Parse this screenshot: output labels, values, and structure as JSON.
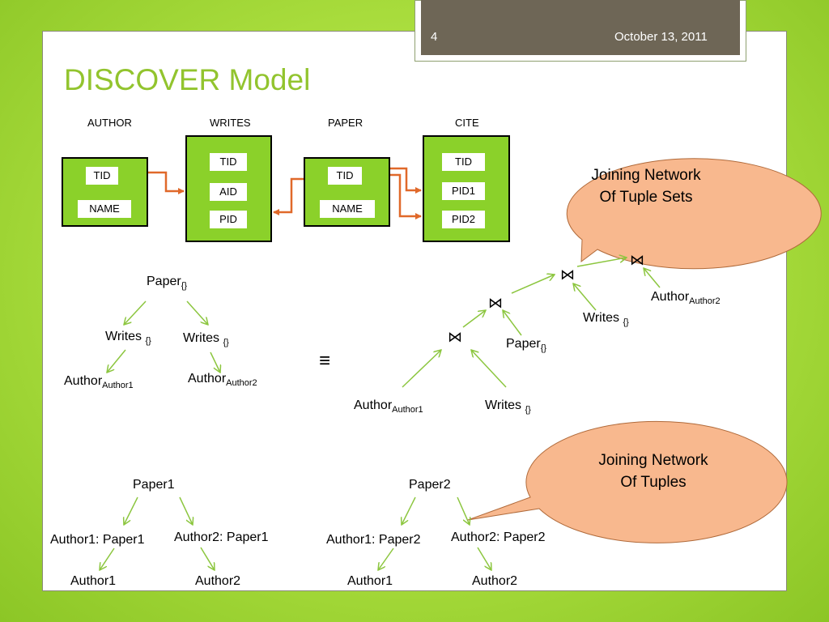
{
  "header": {
    "page_number": "4",
    "date": "October 13, 2011"
  },
  "title": "DISCOVER Model",
  "schema": {
    "tables": [
      {
        "name": "AUTHOR",
        "fields": [
          "TID",
          "NAME"
        ]
      },
      {
        "name": "WRITES",
        "fields": [
          "TID",
          "AID",
          "PID"
        ]
      },
      {
        "name": "PAPER",
        "fields": [
          "TID",
          "NAME"
        ]
      },
      {
        "name": "CITE",
        "fields": [
          "TID",
          "PID1",
          "PID2"
        ]
      }
    ]
  },
  "tuple_set_tree": {
    "root": {
      "base": "Paper",
      "sub": "{}"
    },
    "left_child": {
      "base": "Writes ",
      "sub": "{}"
    },
    "right_child": {
      "base": "Writes ",
      "sub": "{}"
    },
    "left_leaf": {
      "base": "Author",
      "sub": "Author1"
    },
    "right_leaf": {
      "base": "Author",
      "sub": "Author2"
    }
  },
  "equivalence_symbol": "≡",
  "join_tree": {
    "join_symbol": "⋈",
    "author_author2": {
      "base": "Author",
      "sub": "Author2"
    },
    "writes_top": {
      "base": "Writes ",
      "sub": "{}"
    },
    "paper": {
      "base": "Paper",
      "sub": "{}"
    },
    "author_author1": {
      "base": "Author",
      "sub": "Author1"
    },
    "writes_bottom": {
      "base": "Writes ",
      "sub": "{}"
    }
  },
  "bubbles": {
    "tuple_sets": "Joining Network\nOf Tuple Sets",
    "tuples": "Joining Network\nOf Tuples"
  },
  "tuple_tree_1": {
    "root": "Paper1",
    "left": "Author1: Paper1",
    "right": "Author2: Paper1",
    "left_leaf": "Author1",
    "right_leaf": "Author2"
  },
  "tuple_tree_2": {
    "root": "Paper2",
    "left": "Author1: Paper2",
    "right": "Author2: Paper2",
    "left_leaf": "Author1",
    "right_leaf": "Author2"
  },
  "colors": {
    "background_green": "#a8dc3c",
    "title_green": "#92c42e",
    "table_green": "#8bd12a",
    "header_brown": "#6e6656",
    "bubble_fill": "#f8b88e",
    "fk_arrow_orange": "#e0692a",
    "tree_arrow_green": "#8cc63f"
  }
}
